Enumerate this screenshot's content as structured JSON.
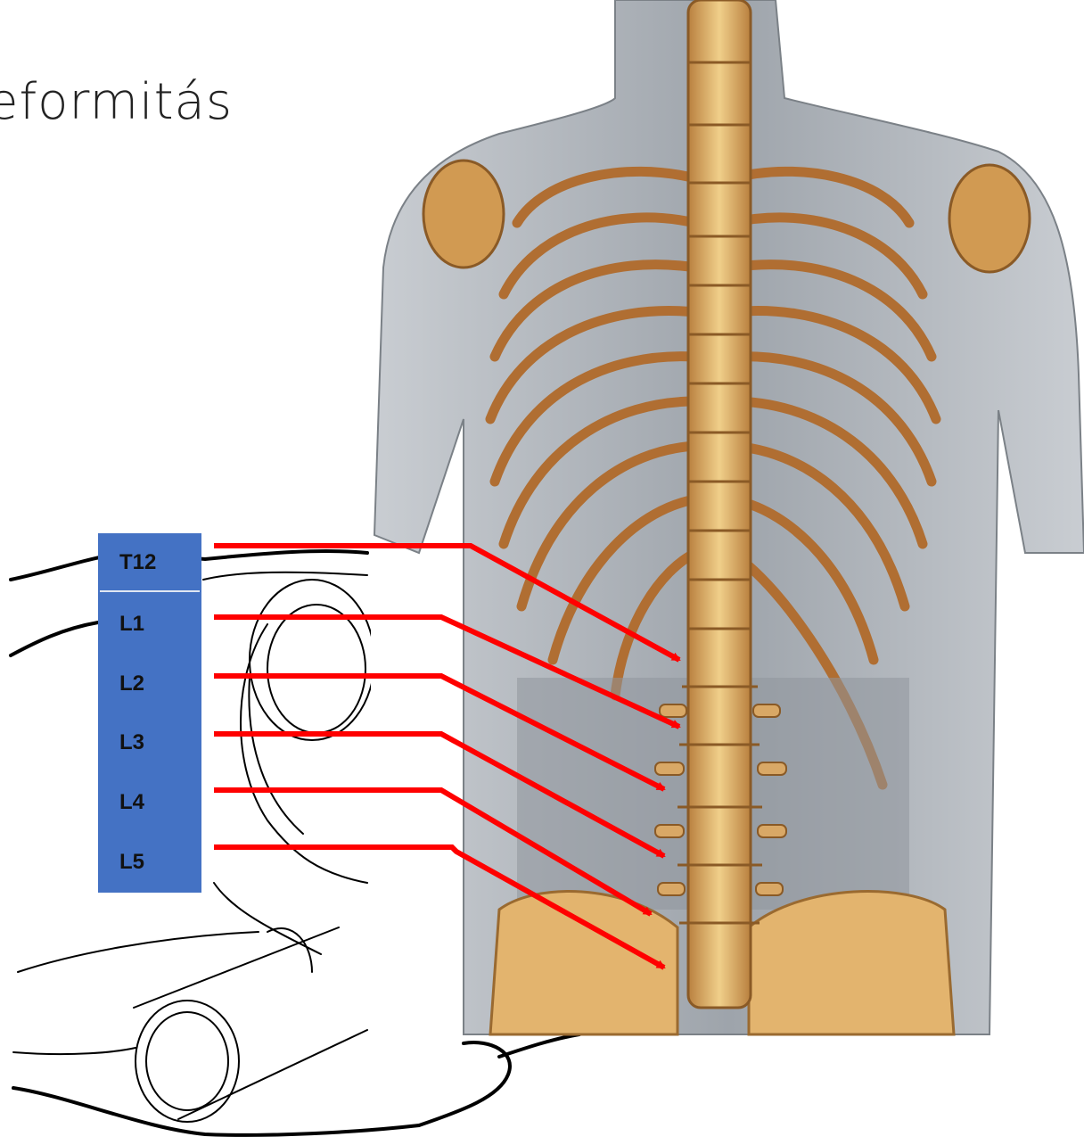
{
  "title": "eformitás",
  "vertebrae": [
    {
      "id": "t12",
      "label": "T12"
    },
    {
      "id": "l1",
      "label": "L1"
    },
    {
      "id": "l2",
      "label": "L2"
    },
    {
      "id": "l3",
      "label": "L3"
    },
    {
      "id": "l4",
      "label": "L4"
    },
    {
      "id": "l5",
      "label": "L5"
    }
  ],
  "colors": {
    "label_box": "#4472C4",
    "arrow": "#ff0000",
    "bone": "#d9a866",
    "rib": "#b9773a",
    "muscle_grey": "#9aa0a6"
  },
  "illustration": {
    "left": "line-drawing-of-patient-lying-on-side-with-cushion-roll",
    "right": "posterior-view-of-spine-and-rib-cage"
  }
}
